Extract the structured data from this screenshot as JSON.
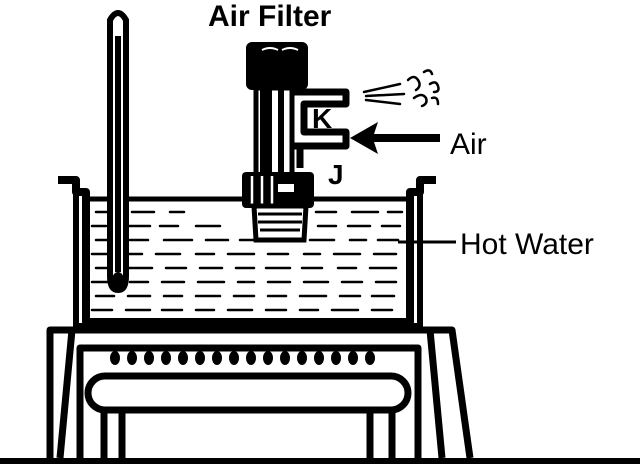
{
  "labels": {
    "air_filter": "Air Filter",
    "air": "Air",
    "hot_water": "Hot Water",
    "k": "K",
    "j": "J"
  },
  "colors": {
    "ink": "#000000",
    "paper": "#ffffff"
  }
}
